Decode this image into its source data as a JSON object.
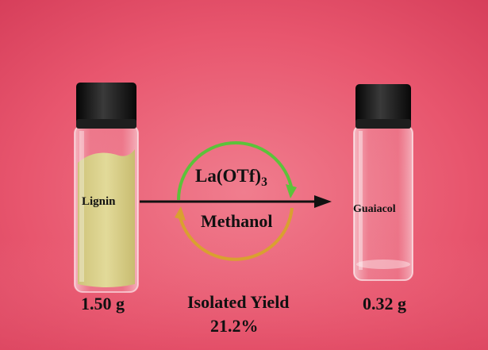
{
  "photo": {
    "subject": "Two glass vials on a pink background: left vial filled with pale yellow lignin powder, right vial nearly empty with clear liquid",
    "colors": {
      "background": "#e8506a",
      "background_light": "#f07d8e",
      "cap": "#141414",
      "lignin_powder": "#d9d08a",
      "arrow": "#111111",
      "cycle_green": "#5cc23a",
      "cycle_orange": "#d9a030"
    }
  },
  "labels": {
    "left_vial": "Lignin",
    "right_vial": "Guaiacol",
    "catalyst": "La(OTf)",
    "catalyst_subscript": "3",
    "solvent": "Methanol",
    "left_mass": "1.50 g",
    "right_mass": "0.32 g",
    "yield_title": "Isolated Yield",
    "yield_value": "21.2%"
  }
}
